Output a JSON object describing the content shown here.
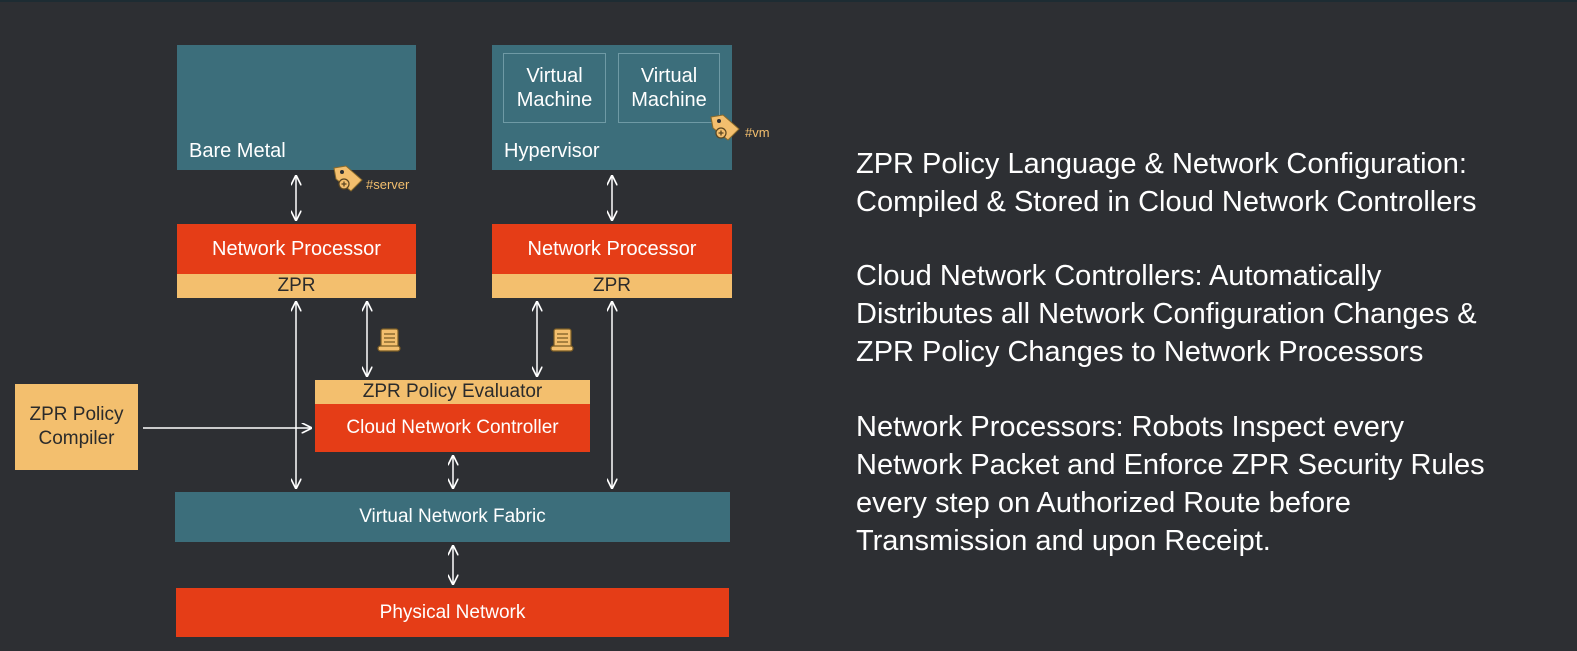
{
  "diagram": {
    "bare_metal": "Bare Metal",
    "hypervisor": "Hypervisor",
    "vm1_line1": "Virtual",
    "vm1_line2": "Machine",
    "vm2_line1": "Virtual",
    "vm2_line2": "Machine",
    "tag_vm": "#vm",
    "tag_server": "#server",
    "np_left": "Network Processor",
    "np_right": "Network Processor",
    "zpr_left": "ZPR",
    "zpr_right": "ZPR",
    "policy_evaluator": "ZPR Policy Evaluator",
    "cloud_controller": "Cloud Network Controller",
    "compiler_line1": "ZPR Policy",
    "compiler_line2": "Compiler",
    "virtual_fabric": "Virtual Network Fabric",
    "physical_network": "Physical Network"
  },
  "text": {
    "p1_line1": "ZPR Policy Language & Network Configuration:",
    "p1_line2": "Compiled & Stored in Cloud Network Controllers",
    "p2_line1": "Cloud Network Controllers:  Automatically",
    "p2_line2": "Distributes all Network Configuration Changes &",
    "p2_line3": "ZPR Policy Changes to Network Processors",
    "p3_line1": "Network Processors:  Robots Inspect every",
    "p3_line2": "Network Packet and Enforce ZPR Security Rules",
    "p3_line3": "every step on Authorized Route before",
    "p3_line4": "Transmission and upon Receipt."
  },
  "icons": {
    "tag": "tag-icon",
    "scroll": "policy-scroll-icon"
  },
  "colors": {
    "background": "#2d2f33",
    "teal": "#3c6e7b",
    "orange": "#e53d17",
    "tan": "#f3bf6e",
    "text": "#ffffff"
  }
}
